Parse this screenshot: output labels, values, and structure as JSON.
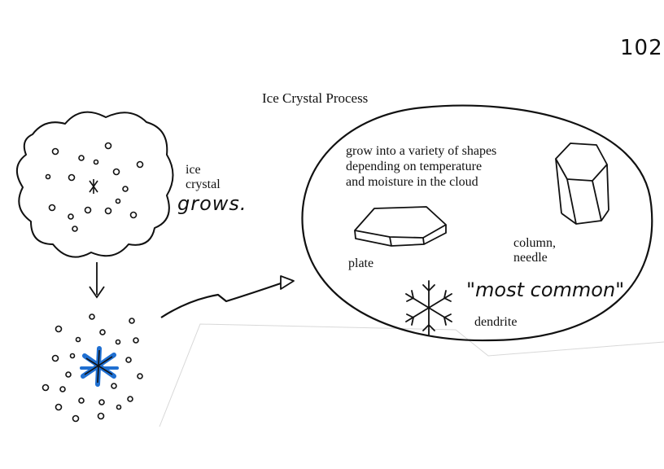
{
  "page_number": "102",
  "title": "Ice Crystal Process",
  "cloud_label": {
    "line1": "ice",
    "line2": "crystal",
    "line3": "grows."
  },
  "description": {
    "line1": "grow into a variety of shapes",
    "line2": "depending on temperature",
    "line3": "and moisture in the cloud"
  },
  "shapes": {
    "plate": "plate",
    "column_line1": "column,",
    "column_line2": "needle",
    "dendrite": "dendrite",
    "common_note": "\"most common\""
  },
  "colors": {
    "ink": "#111111",
    "crystal": "#1f6fd1",
    "paper": "#ffffff"
  }
}
